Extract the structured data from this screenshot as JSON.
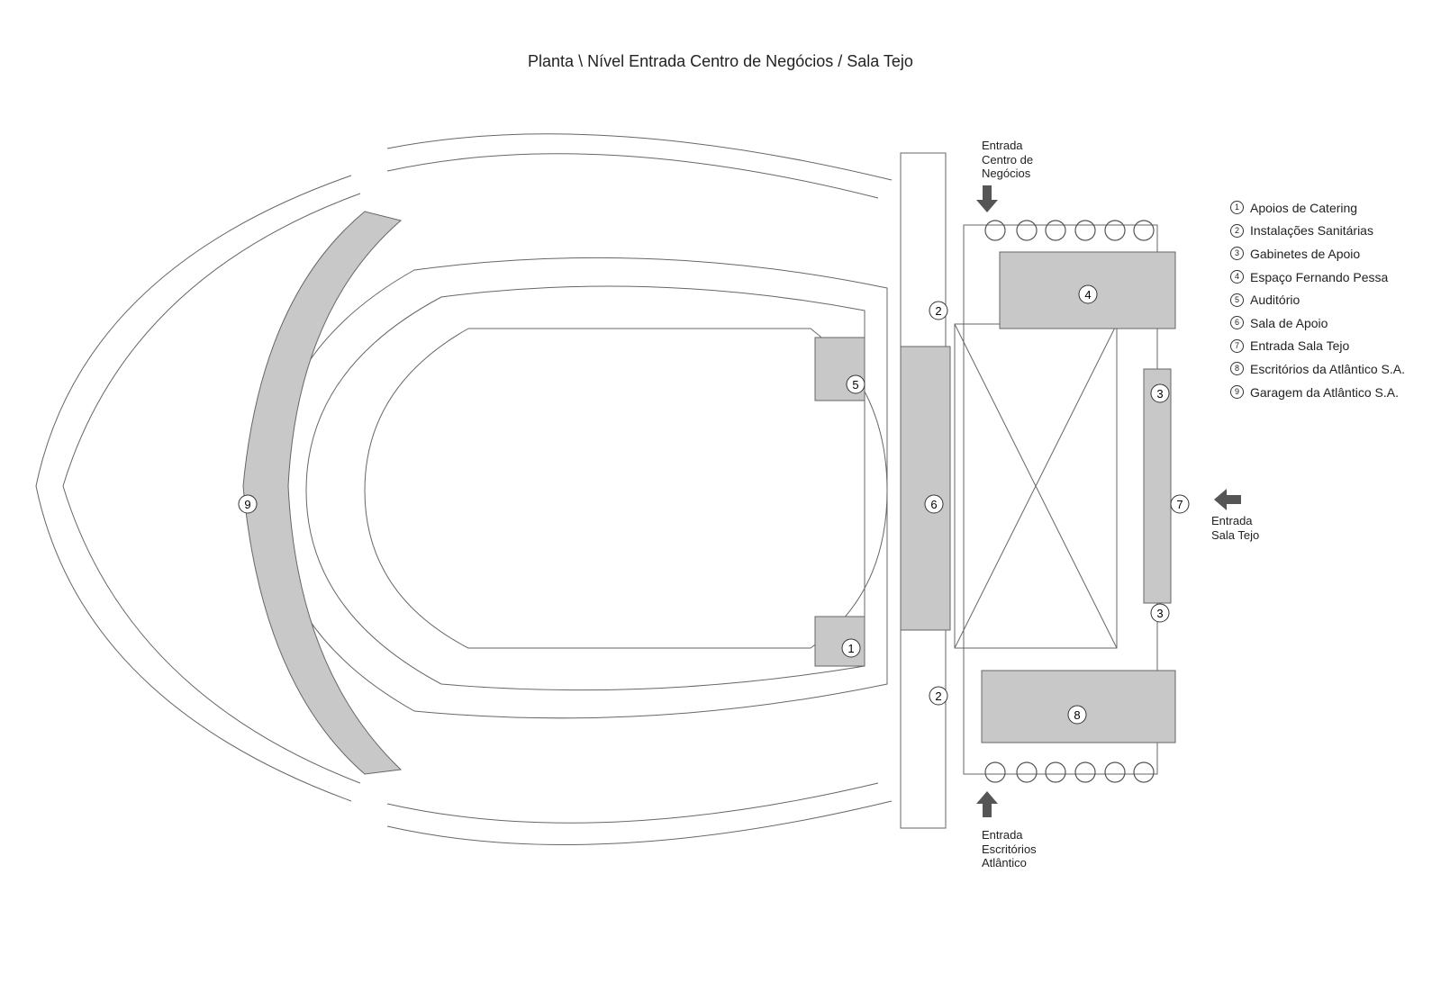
{
  "title": "Planta \\ Nível Entrada Centro de Negócios / Sala Tejo",
  "legend": [
    {
      "num": "1",
      "label": "Apoios de Catering"
    },
    {
      "num": "2",
      "label": "Instalações Sanitárias"
    },
    {
      "num": "3",
      "label": "Gabinetes de Apoio"
    },
    {
      "num": "4",
      "label": "Espaço Fernando Pessa"
    },
    {
      "num": "5",
      "label": "Auditório"
    },
    {
      "num": "6",
      "label": "Sala de Apoio"
    },
    {
      "num": "7",
      "label": "Entrada Sala Tejo"
    },
    {
      "num": "8",
      "label": "Escritórios da Atlântico S.A."
    },
    {
      "num": "9",
      "label": "Garagem da Atlântico S.A."
    }
  ],
  "entrances": {
    "centro_negocios": [
      "Entrada",
      "Centro de",
      "Negócios"
    ],
    "sala_tejo": [
      "Entrada",
      "Sala Tejo"
    ],
    "escritorios": [
      "Entrada",
      "Escritórios",
      "Atlântico"
    ]
  },
  "markers": {
    "m1": "1",
    "m2a": "2",
    "m2b": "2",
    "m3a": "3",
    "m3b": "3",
    "m4": "4",
    "m5": "5",
    "m6": "6",
    "m7": "7",
    "m8": "8",
    "m9": "9"
  },
  "colors": {
    "line": "#555555",
    "fill_gray": "#c8c8c8",
    "arrow": "#555555"
  }
}
